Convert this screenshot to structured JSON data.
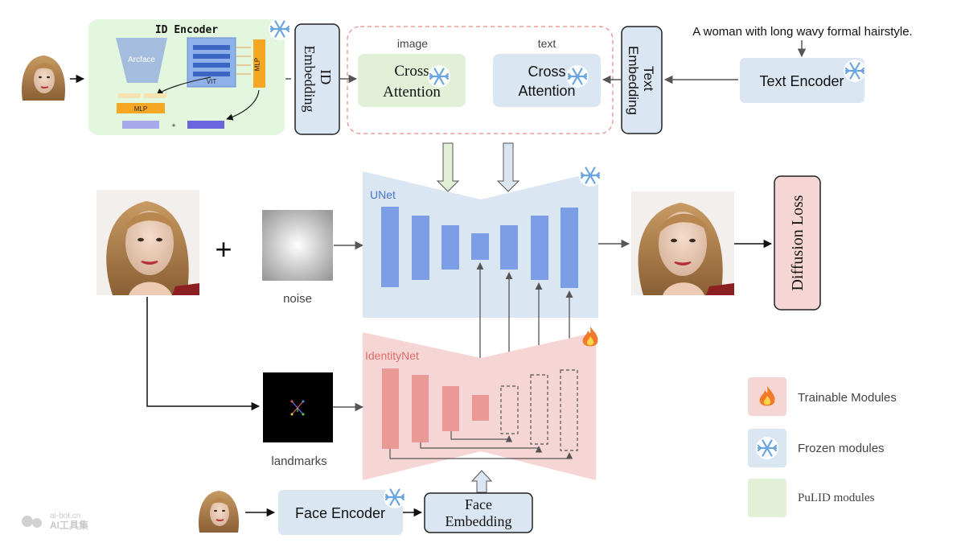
{
  "colors": {
    "pulid_green": "#e2f7dd",
    "frozen_blue": "#dbe6f3",
    "trainable_pink": "#f6d6d5",
    "unet_bar": "#7b9ee6",
    "identitynet_bar": "#e99a97",
    "unet_label": "#4a76cc",
    "identitynet_label": "#e06c69",
    "arrow": "#555555",
    "snowflake": "#6aa5e0",
    "flame": "#f07a28"
  },
  "icons": {
    "snowflake": "snowflake-icon",
    "flame": "flame-icon",
    "face": "face-photo"
  },
  "id_encoder": {
    "title": "ID Encoder",
    "arcface_label": "Arcface",
    "vit_label": "VIT",
    "mlp_vertical_label": "MLP",
    "mlp_horizontal_label": "MLP",
    "plus_sign": "+"
  },
  "id_embedding": {
    "line1": "ID",
    "line2": "Embedding"
  },
  "cross_attention": {
    "image_header": "image",
    "text_header": "text",
    "image_line1": "Cross",
    "image_line2": "Attention",
    "text_line1": "Cross",
    "text_line2": "Attention"
  },
  "text_embedding": {
    "line1": "Text",
    "line2": "Embedding"
  },
  "prompt": "A woman with long wavy formal hairstyle.",
  "text_encoder": "Text Encoder",
  "plus": "+",
  "noise_label": "noise",
  "unet_label": "UNet",
  "identitynet_label": "IdentityNet",
  "landmarks_label": "landmarks",
  "diffusion_loss": "Diffusion Loss",
  "face_encoder": "Face Encoder",
  "face_embedding": {
    "line1": "Face",
    "line2": "Embedding"
  },
  "legend": [
    {
      "label": "Trainable Modules",
      "icon": "flame-icon"
    },
    {
      "label": "Frozen modules",
      "icon": "snowflake-icon"
    },
    {
      "label": "PuLID modules",
      "icon": ""
    }
  ],
  "watermark": {
    "line1": "ai-bot.cn",
    "line2": "AI工具集"
  }
}
